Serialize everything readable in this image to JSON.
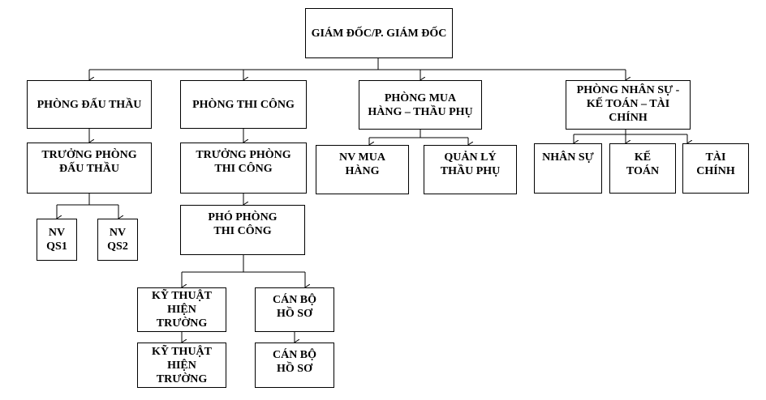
{
  "director": "GIÁM ĐỐC/P. GIÁM ĐỐC",
  "departments": {
    "bidding": {
      "title": "PHÒNG ĐẤU THẦU",
      "head": "TRƯỞNG PHÒNG ĐẤU THẦU",
      "staff": [
        "NV QS1",
        "NV QS2"
      ]
    },
    "construction": {
      "title": "PHÒNG THI CÔNG",
      "head": "TRƯỞNG PHÒNG THI CÔNG",
      "deputy": "PHÓ PHÒNG THI CÔNG",
      "site_tech": [
        "KỸ THUẬT HIỆN TRƯỜNG",
        "KỸ THUẬT HIỆN TRƯỜNG"
      ],
      "records": [
        "CÁN BỘ HỒ SƠ",
        "CÁN BỘ HỒ SƠ"
      ]
    },
    "purchasing": {
      "title": "PHÒNG MUA HÀNG – THẦU PHỤ",
      "units": [
        "NV MUA HÀNG",
        "QUẢN LÝ THẦU PHỤ"
      ]
    },
    "hr_accounting": {
      "title": "PHÒNG NHÂN SỰ - KẾ TOÁN – TÀI CHÍNH",
      "units": [
        "NHÂN SỰ",
        "KẾ TOÁN",
        "TÀI CHÍNH"
      ]
    }
  }
}
